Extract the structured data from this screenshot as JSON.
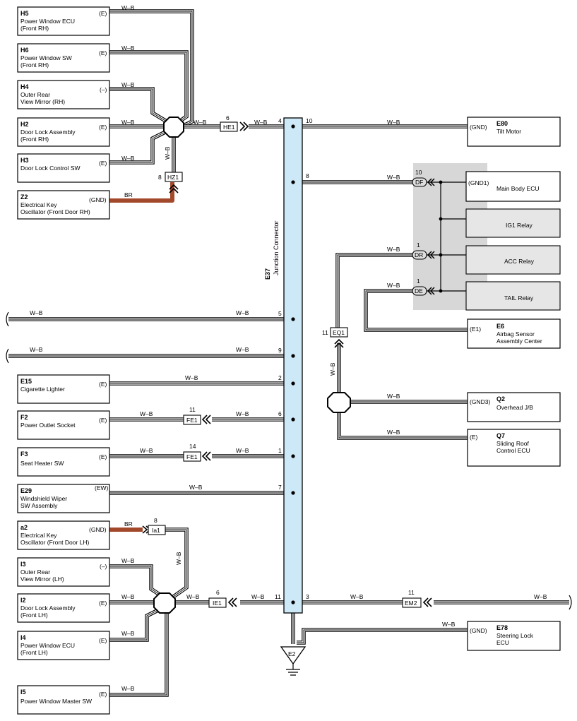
{
  "colors": {
    "wire": "#000000",
    "br_wire": "#a3492b",
    "junction_fill": "#cde8f6",
    "relay_panel": "#d7d7d7"
  },
  "junction": {
    "id": "E37",
    "name": "Junction Connector"
  },
  "wire_labels": {
    "wb": "W–B",
    "br": "BR"
  },
  "components": {
    "h5": {
      "id": "H5",
      "name1": "Power Window ECU",
      "name2": "(Front RH)",
      "pin": "(E)"
    },
    "h6": {
      "id": "H6",
      "name1": "Power Window SW",
      "name2": "(Front RH)",
      "pin": "(E)"
    },
    "h4": {
      "id": "H4",
      "name1": "Outer Rear",
      "name2": "View Mirror (RH)",
      "pin": "(–)"
    },
    "h2": {
      "id": "H2",
      "name1": "Door Lock Assembly",
      "name2": "(Front RH)",
      "pin": "(E)"
    },
    "h3": {
      "id": "H3",
      "name1": "Door Lock Control SW",
      "name2": "",
      "pin": "(E)"
    },
    "z2": {
      "id": "Z2",
      "name1": "Electrical Key",
      "name2": "Oscillator (Front Door RH)",
      "pin": "(GND)"
    },
    "e15": {
      "id": "E15",
      "name1": "Cigarette Lighter",
      "name2": "",
      "pin": "(E)"
    },
    "f2": {
      "id": "F2",
      "name1": "Power Outlet Socket",
      "name2": "",
      "pin": "(E)"
    },
    "f3": {
      "id": "F3",
      "name1": "Seat Heater SW",
      "name2": "",
      "pin": "(E)"
    },
    "e29": {
      "id": "E29",
      "name1": "Windshield Wiper",
      "name2": "SW Assembly",
      "pin": "(EW)"
    },
    "a2": {
      "id": "a2",
      "name1": "Electrical Key",
      "name2": "Oscillator (Front Door LH)",
      "pin": "(GND)"
    },
    "i3": {
      "id": "I3",
      "name1": "Outer Rear",
      "name2": "View Mirror (LH)",
      "pin": "(–)"
    },
    "i2": {
      "id": "I2",
      "name1": "Door Lock Assembly",
      "name2": "(Front LH)",
      "pin": "(E)"
    },
    "i4": {
      "id": "I4",
      "name1": "Power Window ECU",
      "name2": "(Front LH)",
      "pin": "(E)"
    },
    "i5": {
      "id": "I5",
      "name1": "Power Window Master SW",
      "name2": "",
      "pin": "(E)"
    },
    "e80": {
      "id": "E80",
      "name1": "Tilt Motor",
      "name2": "",
      "name3": "",
      "pin": "(GND)"
    },
    "e6": {
      "id": "E6",
      "name1": "Airbag Sensor",
      "name2": "Assembly Center",
      "name3": "",
      "pin": "(E1)"
    },
    "q2": {
      "id": "Q2",
      "name1": "Overhead J/B",
      "name2": "",
      "name3": "",
      "pin": "(GND3)"
    },
    "q7": {
      "id": "Q7",
      "name1": "Sliding Roof",
      "name2": "Control ECU",
      "name3": "",
      "pin": "(E)"
    },
    "e78": {
      "id": "E78",
      "name1": "Steering Lock",
      "name2": "ECU",
      "name3": "",
      "pin": "(GND)"
    }
  },
  "main_body": {
    "name": "Main Body ECU",
    "pin": "(GND1)"
  },
  "relays": {
    "ig1": "IG1 Relay",
    "acc": "ACC Relay",
    "tail": "TAIL Relay"
  },
  "connectors": {
    "he1": {
      "id": "HE1",
      "pin": "6"
    },
    "hz1": {
      "id": "HZ1",
      "pin": "8"
    },
    "fe1_a": {
      "id": "FE1",
      "pin": "11"
    },
    "fe1_b": {
      "id": "FE1",
      "pin": "14"
    },
    "ia1": {
      "id": "Ia1",
      "pin": "8"
    },
    "ie1": {
      "id": "IE1",
      "pin": "6"
    },
    "em2": {
      "id": "EM2",
      "pin": "11"
    },
    "eq1": {
      "id": "EQ1",
      "pin": "11"
    },
    "df": {
      "id": "DF",
      "pin": "10"
    },
    "dr": {
      "id": "DR",
      "pin": "1"
    },
    "de": {
      "id": "DE",
      "pin": "1"
    }
  },
  "junction_pins": {
    "p4": "4",
    "p10": "10",
    "p8": "8",
    "p5": "5",
    "p9": "9",
    "p2": "2",
    "p6": "6",
    "p1": "1",
    "p7": "7",
    "p11": "11",
    "p3": "3"
  },
  "ground": {
    "id": "E2"
  }
}
